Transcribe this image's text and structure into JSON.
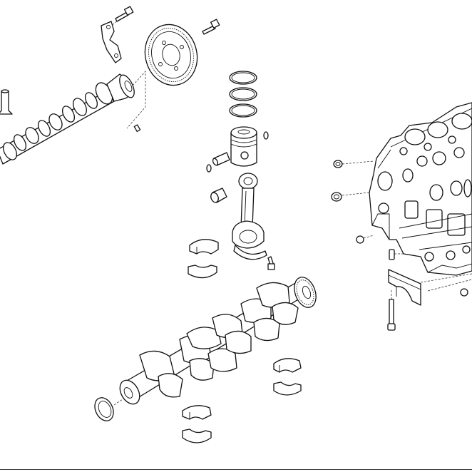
{
  "diagram": {
    "style": "exploded-view line drawing",
    "colors": {
      "line": "#111111",
      "background": "#ffffff",
      "shade": "#cfcfcf"
    },
    "parts": [
      "camshaft",
      "camshaft-gear",
      "thrust-plate",
      "bolt",
      "tappet",
      "piston-ring",
      "piston",
      "piston-pin",
      "circlip",
      "connecting-rod",
      "small-end-bushing",
      "connecting-rod-bearing",
      "crankshaft",
      "crankshaft-gear",
      "main-bearing",
      "seal-ring",
      "engine-block",
      "main-bearing-cap",
      "plug",
      "dowel-pin"
    ]
  }
}
